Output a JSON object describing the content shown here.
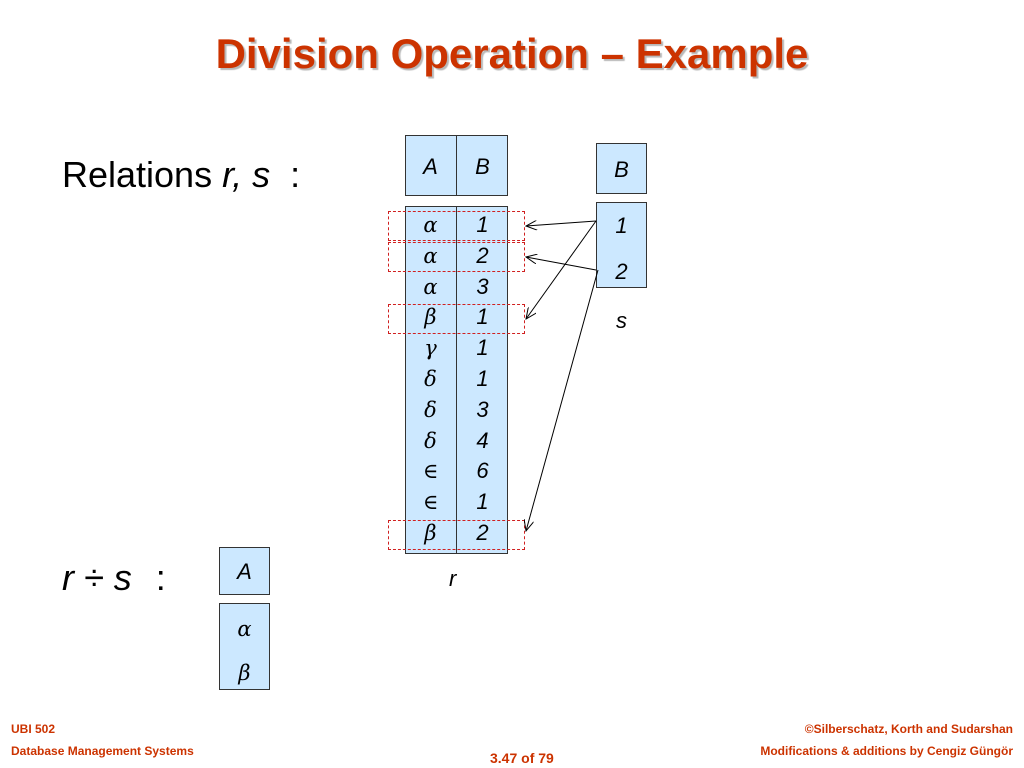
{
  "slide": {
    "title": "Division Operation – Example",
    "relations_label": "Relations",
    "relations_vars": "r, s",
    "relations_colon": ":",
    "division_label": "r ÷ s",
    "division_colon": ":"
  },
  "relation_r": {
    "caption": "r",
    "headers": [
      "A",
      "B"
    ],
    "rows": [
      {
        "a": "α",
        "b": "1",
        "highlighted": true
      },
      {
        "a": "α",
        "b": "2",
        "highlighted": true
      },
      {
        "a": "α",
        "b": "3",
        "highlighted": false
      },
      {
        "a": "β",
        "b": "1",
        "highlighted": true
      },
      {
        "a": "γ",
        "b": "1",
        "highlighted": false
      },
      {
        "a": "δ",
        "b": "1",
        "highlighted": false
      },
      {
        "a": "δ",
        "b": "3",
        "highlighted": false
      },
      {
        "a": "δ",
        "b": "4",
        "highlighted": false
      },
      {
        "a": "∈",
        "b": "6",
        "highlighted": false
      },
      {
        "a": "∈",
        "b": "1",
        "highlighted": false
      },
      {
        "a": "β",
        "b": "2",
        "highlighted": true
      }
    ]
  },
  "relation_s": {
    "caption": "s",
    "header": "B",
    "rows": [
      "1",
      "2"
    ]
  },
  "result": {
    "header": "A",
    "rows": [
      "α",
      "β"
    ]
  },
  "footer": {
    "course_code": "UBI 502",
    "course_name": "Database Management Systems",
    "page": "3.47 of 79",
    "copyright": "©Silberschatz, Korth and Sudarshan",
    "modifications": "Modifications & additions by Cengiz Güngör"
  },
  "colors": {
    "title": "#cc3300",
    "cell_fill": "#cce8ff",
    "highlight_border": "#d02020"
  }
}
